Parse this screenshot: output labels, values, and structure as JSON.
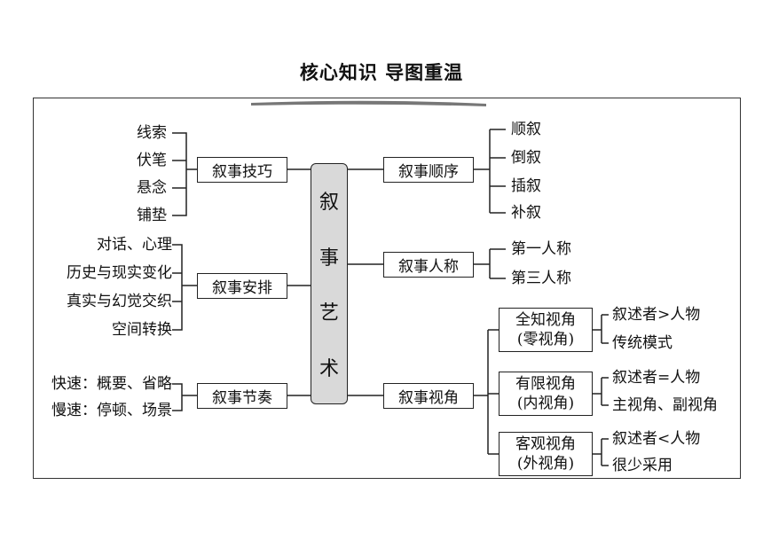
{
  "title": "核心知识  导图重温",
  "center": {
    "chars": [
      "叙",
      "事",
      "艺",
      "术"
    ]
  },
  "left": [
    {
      "label": "叙事技巧",
      "items": [
        "线索",
        "伏笔",
        "悬念",
        "铺垫"
      ]
    },
    {
      "label": "叙事安排",
      "items": [
        "对话、心理",
        "历史与现实变化",
        "真实与幻觉交织",
        "空间转换"
      ]
    },
    {
      "label": "叙事节奏",
      "items": [
        "快速：概要、省略",
        "慢速：停顿、场景"
      ]
    }
  ],
  "right": [
    {
      "label": "叙事顺序",
      "items": [
        "顺叙",
        "倒叙",
        "插叙",
        "补叙"
      ]
    },
    {
      "label": "叙事人称",
      "items": [
        "第一人称",
        "第三人称"
      ]
    },
    {
      "label": "叙事视角",
      "subs": [
        {
          "line1": "全知视角",
          "line2": "(零视角)",
          "items": [
            "叙述者>人物",
            "传统模式"
          ]
        },
        {
          "line1": "有限视角",
          "line2": "(内视角)",
          "items": [
            "叙述者=人物",
            "主视角、副视角"
          ]
        },
        {
          "line1": "客观视角",
          "line2": "(外视角)",
          "items": [
            "叙述者<人物",
            "很少采用"
          ]
        }
      ]
    }
  ]
}
